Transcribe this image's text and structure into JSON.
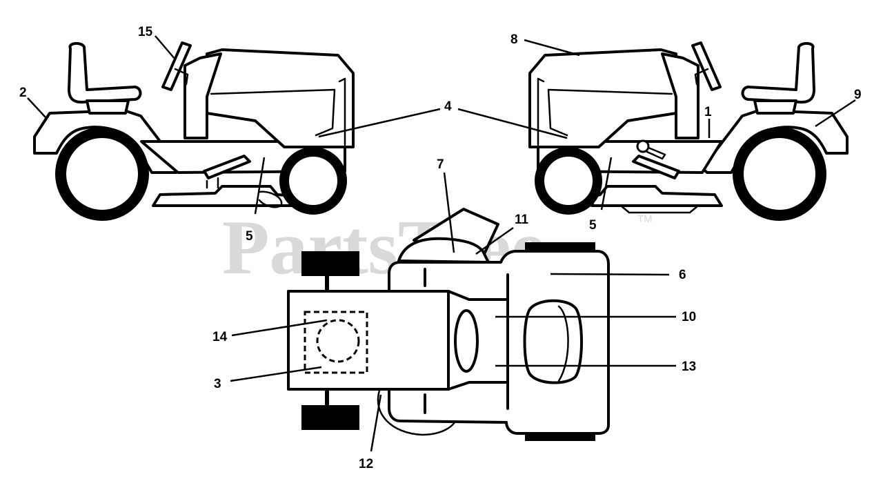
{
  "watermark": {
    "text": "PartsTree",
    "tm": "TM"
  },
  "callouts": {
    "c1": "1",
    "c2": "2",
    "c3": "3",
    "c4": "4",
    "c5a": "5",
    "c5b": "5",
    "c6": "6",
    "c7": "7",
    "c8": "8",
    "c9": "9",
    "c10": "10",
    "c11": "11",
    "c12": "12",
    "c13": "13",
    "c14": "14",
    "c15": "15"
  }
}
